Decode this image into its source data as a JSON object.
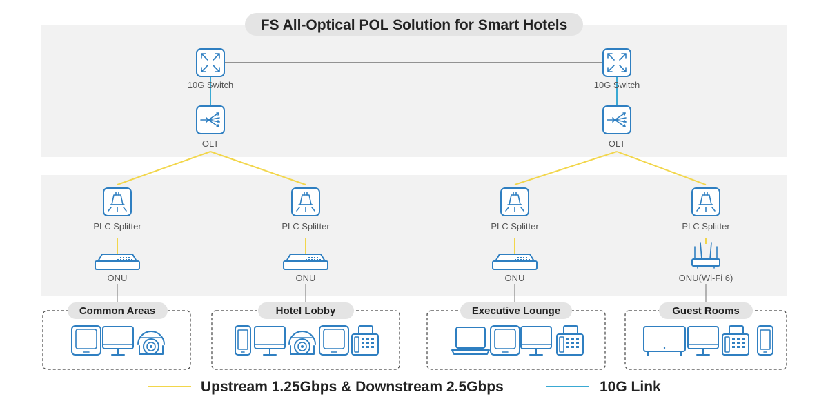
{
  "title": "FS All-Optical POL Solution for Smart Hotels",
  "colors": {
    "upstream_link": "#f2d64b",
    "ten_g_link": "#3aa9d3",
    "trunk_link": "#333333",
    "icon": "#2f7fc1",
    "band_bg": "#f2f2f2"
  },
  "core": {
    "switches": [
      {
        "label": "10G Switch"
      },
      {
        "label": "10G Switch"
      }
    ],
    "olts": [
      {
        "label": "OLT"
      },
      {
        "label": "OLT"
      }
    ]
  },
  "distribution": {
    "splitters": [
      {
        "label": "PLC Splitter"
      },
      {
        "label": "PLC Splitter"
      },
      {
        "label": "PLC Splitter"
      },
      {
        "label": "PLC Splitter"
      }
    ],
    "onus": [
      {
        "label": "ONU"
      },
      {
        "label": "ONU"
      },
      {
        "label": "ONU"
      },
      {
        "label": "ONU(Wi-Fi 6)"
      }
    ]
  },
  "areas": [
    {
      "label": "Common Areas",
      "devices": [
        "tablet",
        "monitor",
        "camera"
      ]
    },
    {
      "label": "Hotel Lobby",
      "devices": [
        "phone",
        "monitor",
        "camera",
        "tablet",
        "desk-phone"
      ]
    },
    {
      "label": "Executive Lounge",
      "devices": [
        "laptop",
        "tablet",
        "monitor",
        "desk-phone"
      ]
    },
    {
      "label": "Guest Rooms",
      "devices": [
        "tv",
        "monitor",
        "desk-phone",
        "phone"
      ]
    }
  ],
  "legend": {
    "upstream": "Upstream 1.25Gbps & Downstream 2.5Gbps",
    "ten_g": "10G Link"
  }
}
